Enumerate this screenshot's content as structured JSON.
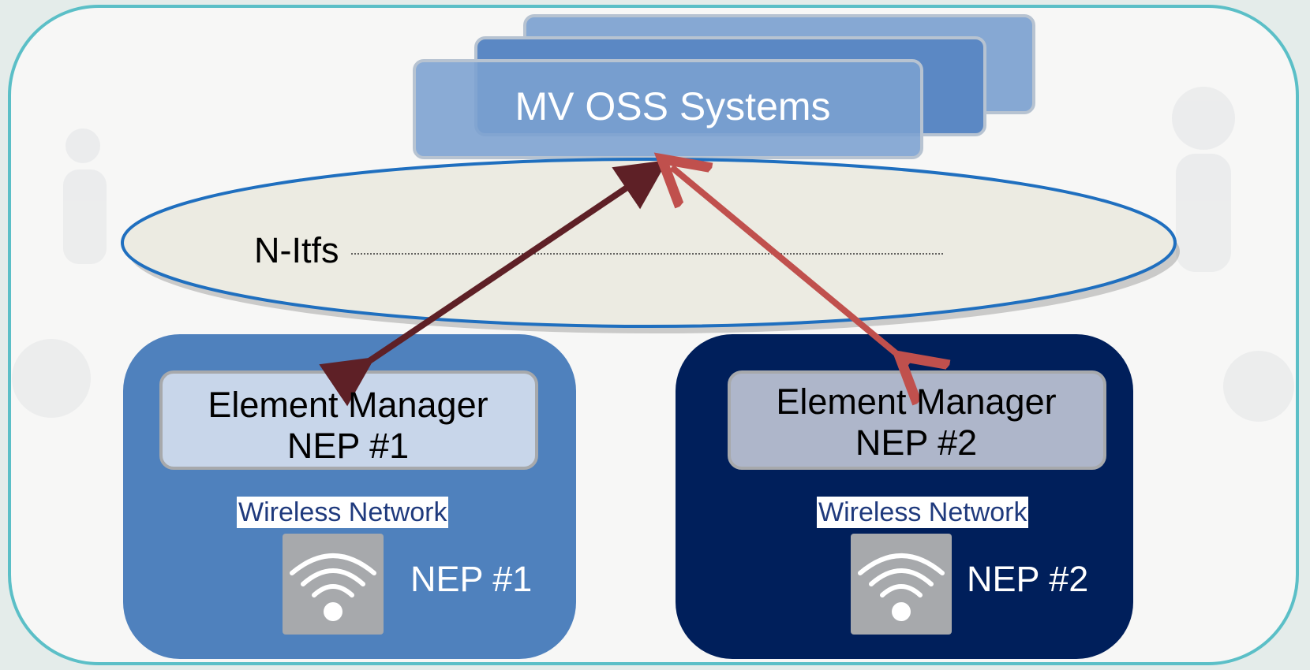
{
  "diagram": {
    "oss": {
      "title": "MV OSS Systems"
    },
    "interface": {
      "label": "N-Itfs"
    },
    "nep1": {
      "manager_label": "Element Manager\nNEP #1",
      "network_label": "Wireless Network",
      "nep_label": "NEP #1"
    },
    "nep2": {
      "manager_label": "Element Manager\nNEP #2",
      "network_label": "Wireless Network",
      "nep_label": "NEP #2"
    }
  },
  "colors": {
    "frame_border": "#5bbfc7",
    "oss_box": "#5b88c4",
    "ellipse_fill": "#ecebe2",
    "ellipse_stroke": "#1f6fbf",
    "nep1_box": "#4f81bd",
    "nep2_box": "#001f5b",
    "arrow_nep1": "#5e2026",
    "arrow_nep2": "#c0504d"
  },
  "icons": [
    "wifi-icon",
    "wifi-icon"
  ]
}
